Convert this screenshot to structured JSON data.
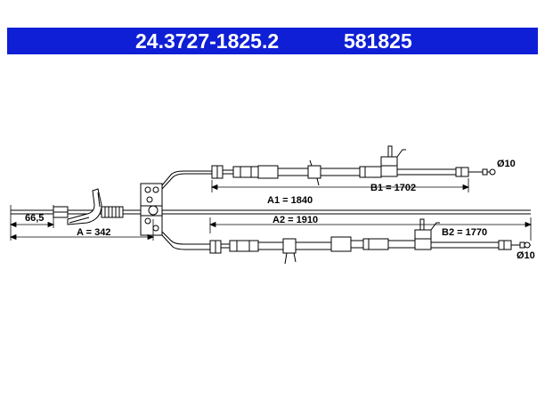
{
  "header": {
    "part_number": "24.3727-1825.2",
    "alt_number": "581825"
  },
  "dimensions": {
    "a": "A = 342",
    "offset": "66,5",
    "a1": "A1 = 1840",
    "a2": "A2 = 1910",
    "b1": "B1 = 1702",
    "b2": "B2 = 1770",
    "dia_top": "Ø10",
    "dia_bottom": "Ø10"
  },
  "colors": {
    "banner": "#0f1fd6",
    "line": "#000000"
  }
}
